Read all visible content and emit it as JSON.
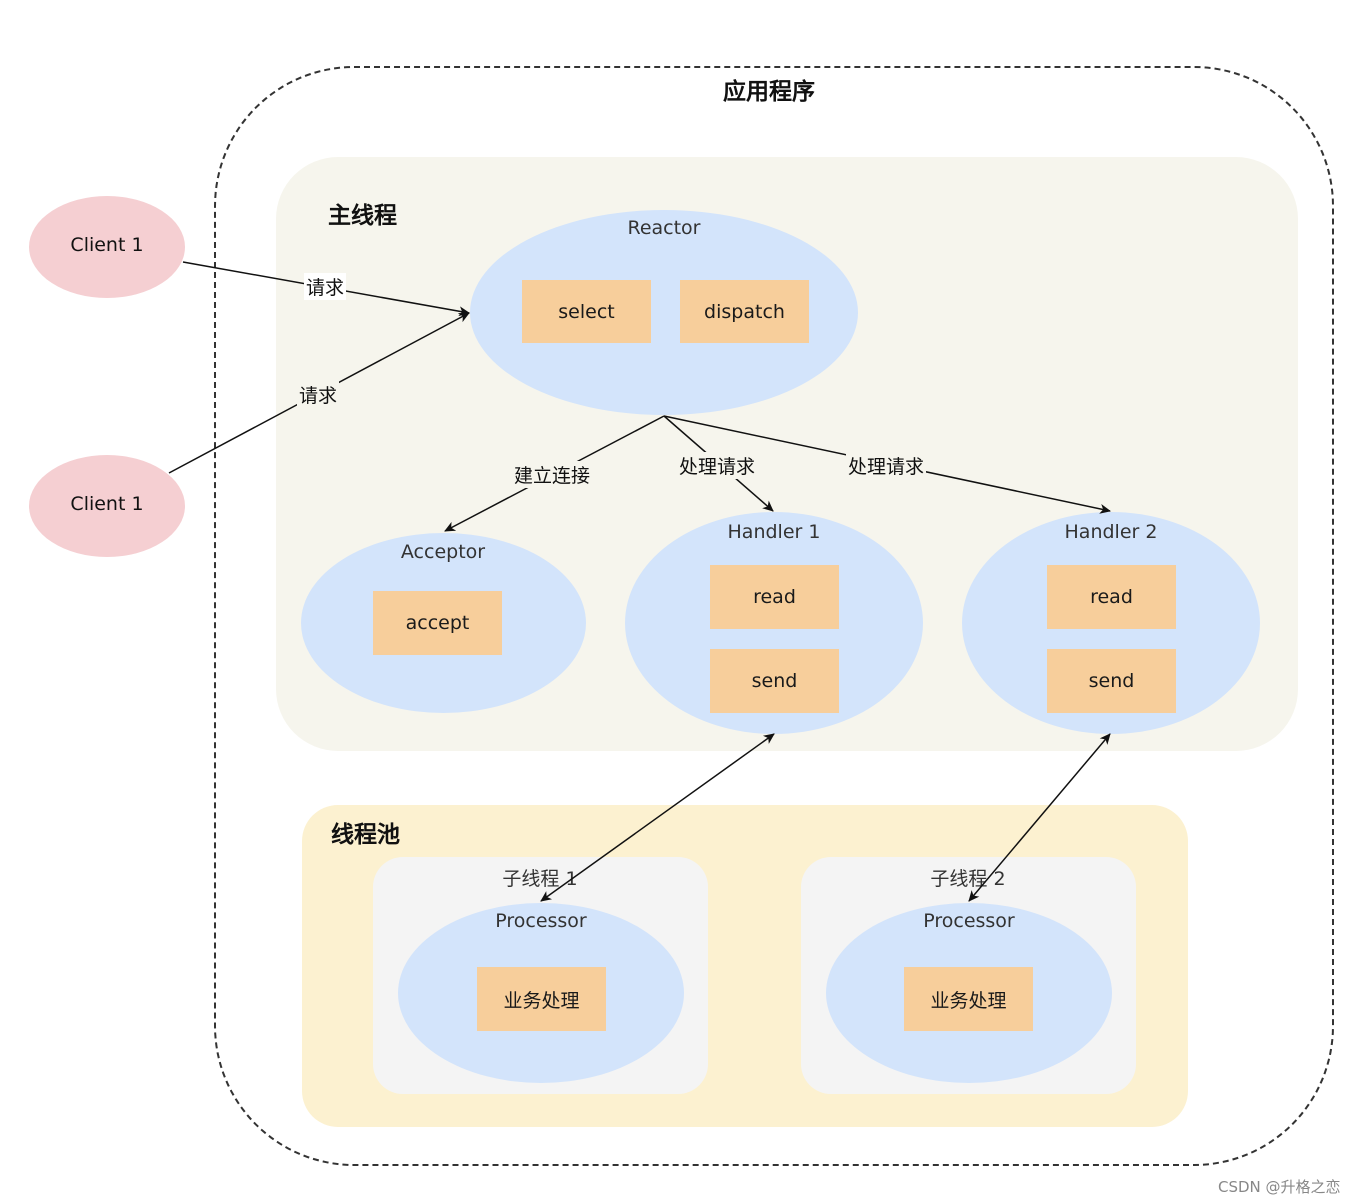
{
  "app_title": "应用程序",
  "main_thread": {
    "title": "主线程",
    "reactor": {
      "label": "Reactor",
      "ops": [
        "select",
        "dispatch"
      ]
    },
    "acceptor": {
      "label": "Acceptor",
      "op": "accept"
    },
    "handlers": [
      {
        "label": "Handler 1",
        "ops": [
          "read",
          "send"
        ]
      },
      {
        "label": "Handler 2",
        "ops": [
          "read",
          "send"
        ]
      }
    ]
  },
  "clients": [
    "Client 1",
    "Client 1"
  ],
  "thread_pool": {
    "title": "线程池",
    "workers": [
      {
        "title": "子线程 1",
        "processor": "Processor",
        "task": "业务处理"
      },
      {
        "title": "子线程 2",
        "processor": "Processor",
        "task": "业务处理"
      }
    ]
  },
  "edge_labels": {
    "request": "请求",
    "establish_connection": "建立连接",
    "handle_request": "处理请求"
  },
  "watermark": "CSDN @升格之恋"
}
